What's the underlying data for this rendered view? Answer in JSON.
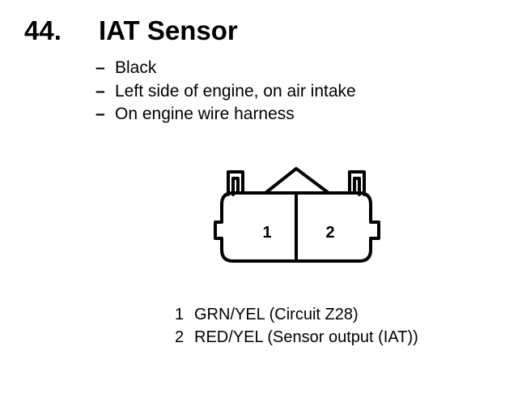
{
  "header": {
    "number": "44.",
    "title": "IAT Sensor"
  },
  "notes": [
    {
      "dash": "–",
      "text": "Black"
    },
    {
      "dash": "–",
      "text": "Left side of engine, on air intake"
    },
    {
      "dash": "–",
      "text": "On engine wire harness"
    }
  ],
  "connector": {
    "pins": [
      "1",
      "2"
    ]
  },
  "pinout": [
    {
      "pin": "1",
      "desc": "GRN/YEL (Circuit Z28)"
    },
    {
      "pin": "2",
      "desc": "RED/YEL (Sensor output (IAT))"
    }
  ]
}
